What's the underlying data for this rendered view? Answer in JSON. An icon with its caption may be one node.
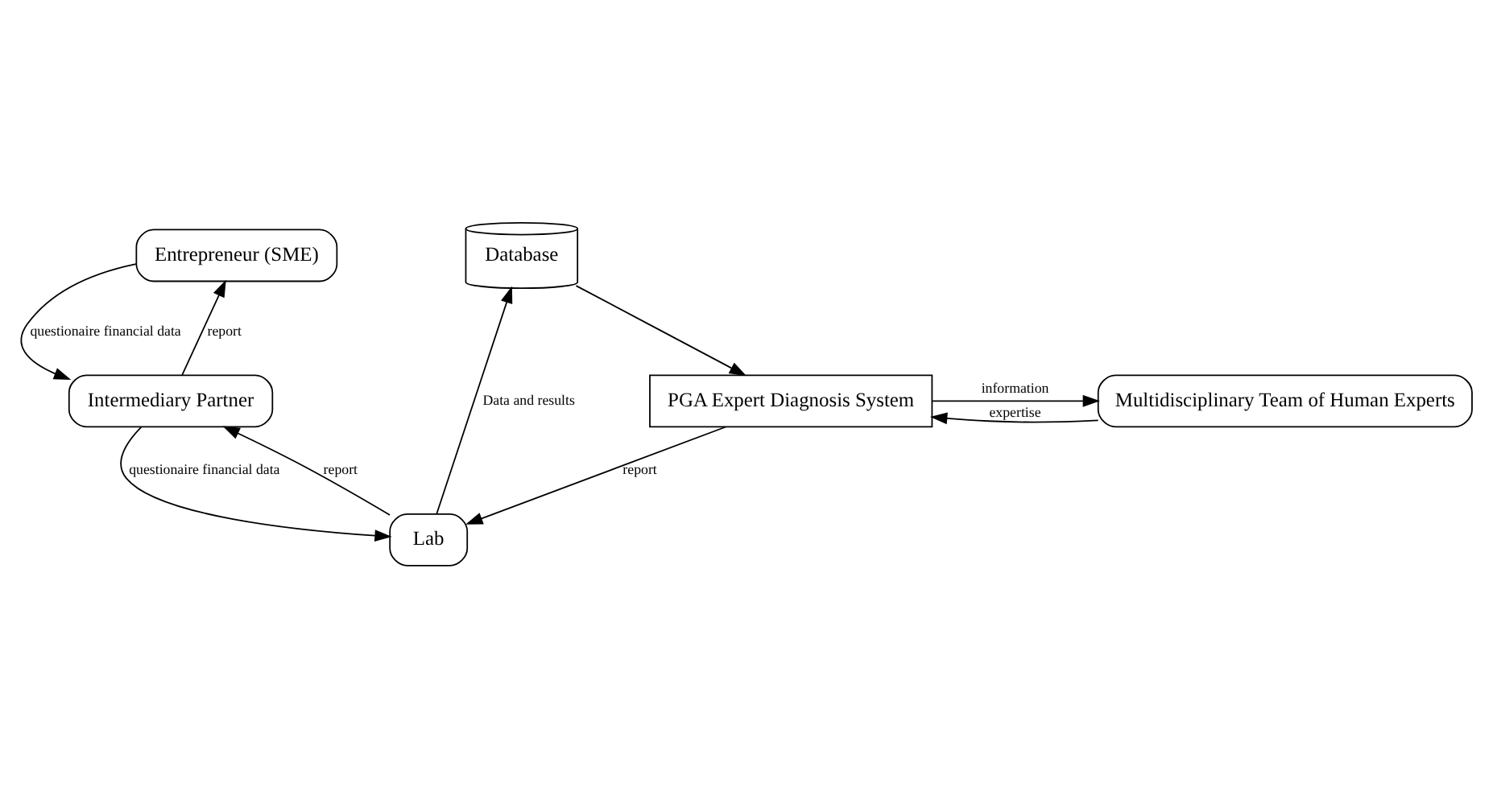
{
  "diagram": {
    "nodes": [
      {
        "text": [
          "Entrepreneur (SME)"
        ]
      },
      {
        "text": [
          "Lab"
        ]
      },
      {
        "text": [
          "Database"
        ]
      },
      {
        "text": [
          "Intermediary Partner"
        ]
      },
      {
        "text": [
          "PGA Expert Diagnosis System"
        ]
      },
      {
        "text": [
          "Multidisciplinary Team of Human Experts"
        ]
      }
    ],
    "edges": [
      {
        "from": 0,
        "to": 3,
        "label": "questionaire financial data",
        "arrow": "to"
      },
      {
        "from": 3,
        "to": 0,
        "label": "report",
        "arrow": "to"
      },
      {
        "from": 3,
        "to": 1,
        "label": "questionaire financial data",
        "arrow": "to"
      },
      {
        "from": 1,
        "to": 3,
        "label": "report",
        "arrow": "to"
      },
      {
        "from": 1,
        "to": 2,
        "label": "Data and results",
        "arrow": "to"
      },
      {
        "from": 2,
        "to": 4,
        "arrow": "to"
      },
      {
        "from": 4,
        "to": 1,
        "label": "report",
        "arrow": "to"
      },
      {
        "from": 4,
        "to": 5,
        "label": "information",
        "arrow": "to"
      },
      {
        "from": 5,
        "to": 4,
        "label": "expertise",
        "arrow": "to"
      }
    ]
  }
}
